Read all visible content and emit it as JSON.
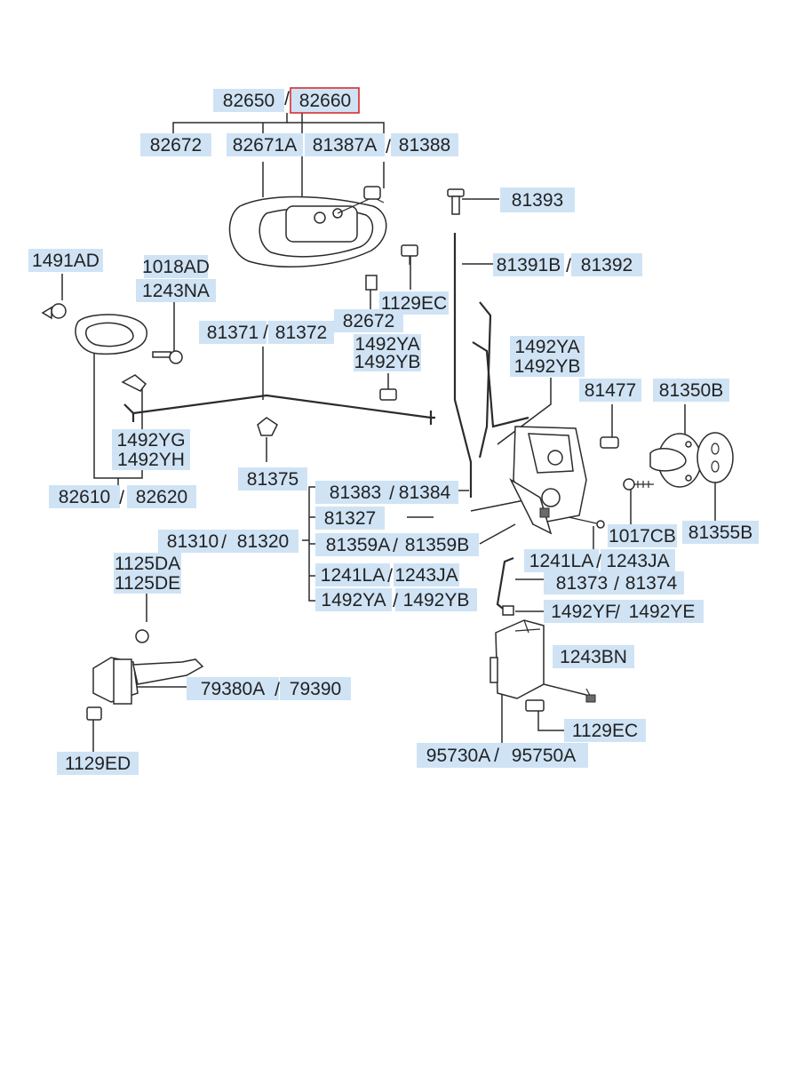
{
  "diagram": {
    "highlight_color": "#d42a2a",
    "label_background": "#cfe3f5",
    "labels": [
      "82650",
      "82660",
      "82672",
      "82671A",
      "81387A",
      "81388",
      "81393",
      "81391B",
      "81392",
      "1491AD",
      "1018AD",
      "1243NA",
      "1129EC",
      "82672",
      "81371",
      "81372",
      "1492YA",
      "1492YB",
      "1492YA",
      "1492YB",
      "81477",
      "81350B",
      "1492YG",
      "1492YH",
      "81375",
      "82610",
      "82620",
      "81383",
      "81384",
      "81327",
      "81310",
      "81320",
      "81359A",
      "81359B",
      "1017CB",
      "81355B",
      "1241LA",
      "1243JA",
      "1125DA",
      "1125DE",
      "81373",
      "81374",
      "1241LA",
      "1243JA",
      "1492YA",
      "1492YB",
      "1492YF",
      "1492YE",
      "1243BN",
      "79380A",
      "79390",
      "1129EC",
      "1129ED",
      "95730A",
      "95750A"
    ],
    "separator": "/",
    "highlighted_part": "82660"
  }
}
